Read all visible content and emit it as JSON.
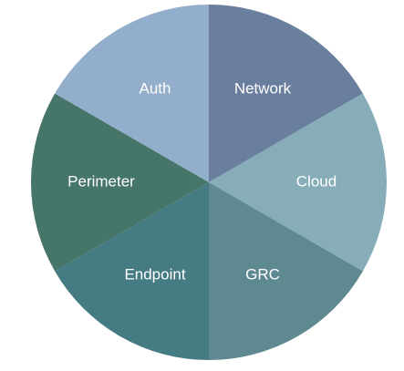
{
  "chart_data": {
    "type": "pie",
    "title": "",
    "legend": "none",
    "slices": [
      {
        "label": "Network",
        "value": 1,
        "color": "#6a7f9d"
      },
      {
        "label": "Cloud",
        "value": 1,
        "color": "#86adb8"
      },
      {
        "label": "GRC",
        "value": 1,
        "color": "#5f8990"
      },
      {
        "label": "Endpoint",
        "value": 1,
        "color": "#457b82"
      },
      {
        "label": "Perimeter",
        "value": 1,
        "color": "#467569"
      },
      {
        "label": "Auth",
        "value": 1,
        "color": "#93aecb"
      }
    ]
  }
}
